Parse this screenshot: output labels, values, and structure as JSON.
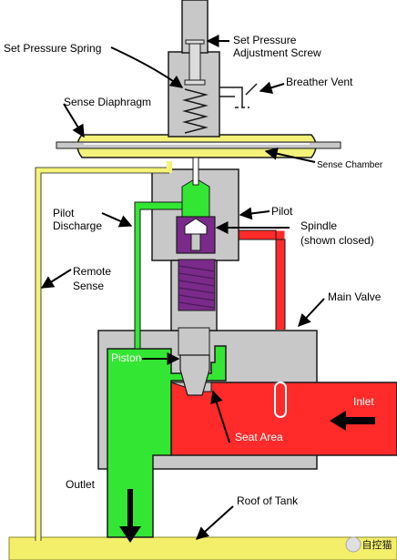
{
  "labels": {
    "set_pressure_spring": "Set Pressure Spring",
    "set_pressure_screw_1": "Set Pressure",
    "set_pressure_screw_2": "Adjustment Screw",
    "breather_vent": "Breather Vent",
    "sense_diaphragm": "Sense Diaphragm",
    "sense_chamber": "Sense Chamber",
    "pilot_discharge_1": "Pilot",
    "pilot_discharge_2": "Discharge",
    "pilot": "Pilot",
    "spindle_1": "Spindle",
    "spindle_2": "(shown closed)",
    "remote_sense_1": "Remote",
    "remote_sense_2": "Sense",
    "main_valve": "Main Valve",
    "piston": "Piston",
    "inlet": "Inlet",
    "seat_area": "Seat Area",
    "outlet": "Outlet",
    "roof_of_tank": "Roof of Tank",
    "watermark": "自控猫"
  },
  "colors": {
    "housing": "#c8c8c8",
    "pilot_flow": "#33e633",
    "inlet_flow": "#ff2a2a",
    "remote_sense_line": "#f5f27a",
    "spindle": "#7a2a8a",
    "roof": "#f3ef6a",
    "outline": "#1a1a1a"
  }
}
